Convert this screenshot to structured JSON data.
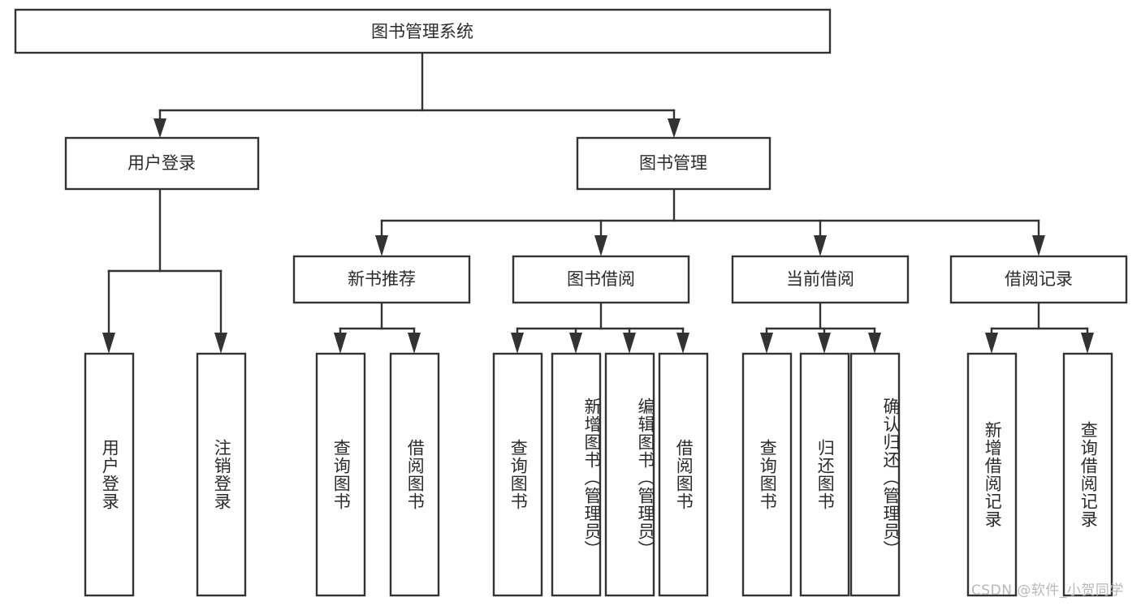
{
  "diagram": {
    "type": "hierarchy-tree",
    "title": "图书管理系统",
    "orientation": "top-down",
    "levels": 4,
    "root": {
      "id": "root",
      "label": "图书管理系统",
      "text_direction": "horizontal"
    },
    "level2": [
      {
        "id": "user-login",
        "label": "用户登录",
        "text_direction": "horizontal"
      },
      {
        "id": "book-manage",
        "label": "图书管理",
        "text_direction": "horizontal"
      }
    ],
    "level3": [
      {
        "id": "new-book-recommend",
        "label": "新书推荐",
        "parent": "book-manage",
        "text_direction": "horizontal"
      },
      {
        "id": "book-borrow",
        "label": "图书借阅",
        "parent": "book-manage",
        "text_direction": "horizontal"
      },
      {
        "id": "current-borrow",
        "label": "当前借阅",
        "parent": "book-manage",
        "text_direction": "horizontal"
      },
      {
        "id": "borrow-record",
        "label": "借阅记录",
        "parent": "book-manage",
        "text_direction": "horizontal"
      }
    ],
    "leaves": [
      {
        "id": "leaf-user-login",
        "label": "用户登录",
        "parent": "user-login",
        "text_direction": "vertical"
      },
      {
        "id": "leaf-logout-login",
        "label": "注销登录",
        "parent": "user-login",
        "text_direction": "vertical"
      },
      {
        "id": "leaf-query-book-1",
        "label": "查询图书",
        "parent": "new-book-recommend",
        "text_direction": "vertical"
      },
      {
        "id": "leaf-borrow-book-1",
        "label": "借阅图书",
        "parent": "new-book-recommend",
        "text_direction": "vertical"
      },
      {
        "id": "leaf-query-book-2",
        "label": "查询图书",
        "parent": "book-borrow",
        "text_direction": "vertical"
      },
      {
        "id": "leaf-add-book",
        "label": "新增图书（管理员）",
        "parent": "book-borrow",
        "text_direction": "vertical"
      },
      {
        "id": "leaf-edit-book",
        "label": "编辑图书（管理员）",
        "parent": "book-borrow",
        "text_direction": "vertical"
      },
      {
        "id": "leaf-borrow-book-2",
        "label": "借阅图书",
        "parent": "book-borrow",
        "text_direction": "vertical"
      },
      {
        "id": "leaf-query-book-3",
        "label": "查询图书",
        "parent": "current-borrow",
        "text_direction": "vertical"
      },
      {
        "id": "leaf-return-book",
        "label": "归还图书",
        "parent": "current-borrow",
        "text_direction": "vertical"
      },
      {
        "id": "leaf-confirm-return",
        "label": "确认归还（管理员）",
        "parent": "current-borrow",
        "text_direction": "vertical"
      },
      {
        "id": "leaf-add-record",
        "label": "新增借阅记录",
        "parent": "borrow-record",
        "text_direction": "vertical"
      },
      {
        "id": "leaf-query-record",
        "label": "查询借阅记录",
        "parent": "borrow-record",
        "text_direction": "vertical"
      }
    ],
    "colors": {
      "background": "#ffffff",
      "box_fill": "#ffffff",
      "box_stroke": "#333333",
      "text": "#2b2b2b",
      "connector": "#333333",
      "watermark": "#b8b8b8"
    }
  },
  "watermark": {
    "text": "CSDN @软件_小贺同学"
  }
}
